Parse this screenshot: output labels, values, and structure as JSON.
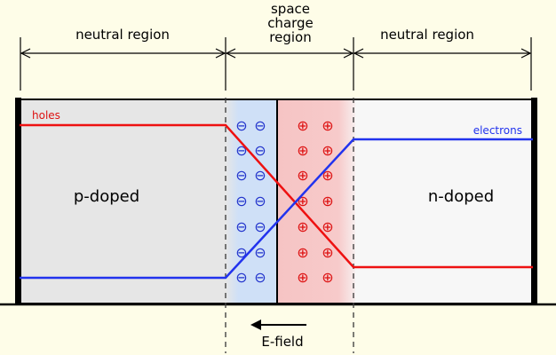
{
  "labels": {
    "neutral_left": "neutral region",
    "space_charge_line1": "space",
    "space_charge_line2": "charge",
    "space_charge_line3": "region",
    "neutral_right": "neutral region",
    "holes": "holes",
    "electrons": "electrons",
    "p_doped": "p-doped",
    "n_doped": "n-doped",
    "e_field": "E-field"
  },
  "symbols": {
    "negative_ion": "⊖",
    "positive_ion": "⊕"
  },
  "colors": {
    "background": "#fefde8",
    "p_region": "#e6e6e6",
    "n_region": "#f7f7f7",
    "depletion_negative": "#cfe0f7",
    "depletion_positive": "#f7c8c8",
    "holes_line": "#ee1111",
    "electrons_line": "#2233ee",
    "negative_ion": "#2233cc",
    "positive_ion": "#dd1111",
    "outline": "#000000"
  }
}
